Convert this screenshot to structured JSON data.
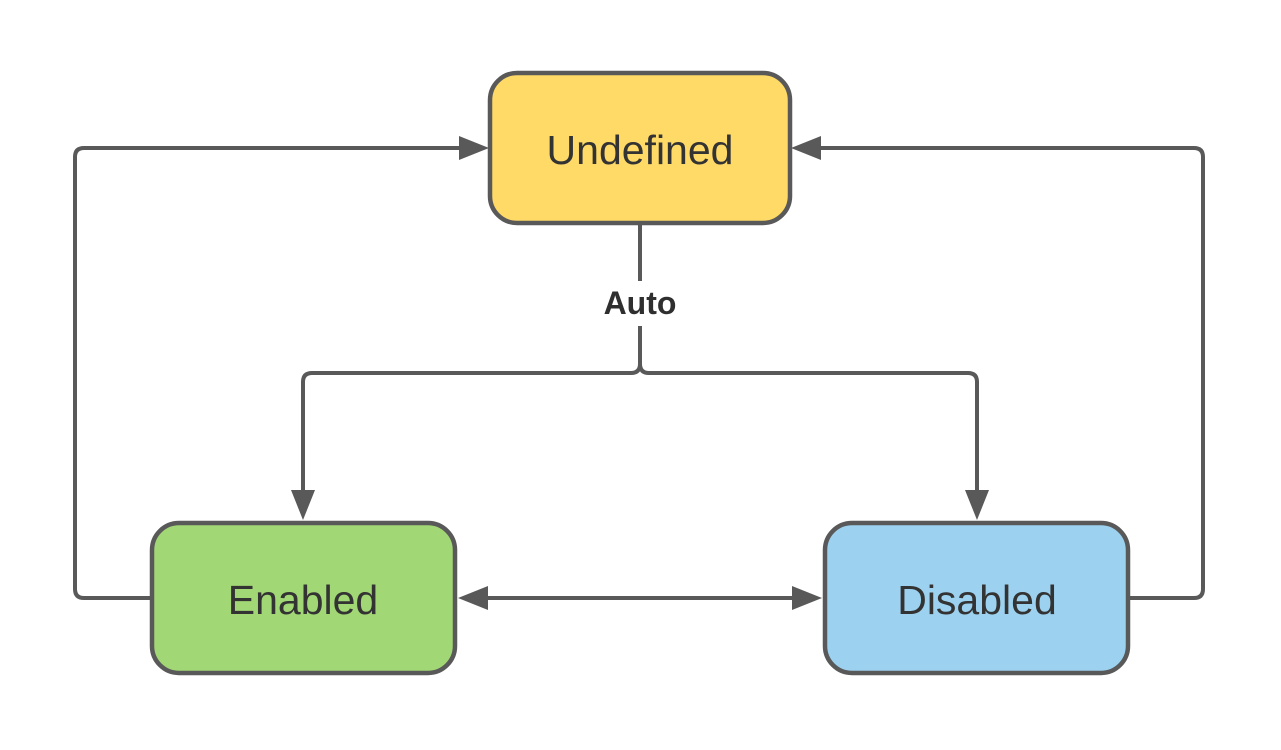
{
  "diagram": {
    "type": "state-diagram",
    "nodes": [
      {
        "id": "undefined",
        "label": "Undefined",
        "fill": "#FFDA66"
      },
      {
        "id": "enabled",
        "label": "Enabled",
        "fill": "#A2D775"
      },
      {
        "id": "disabled",
        "label": "Disabled",
        "fill": "#9CD2F0"
      }
    ],
    "edges": [
      {
        "from": "undefined",
        "to": "enabled",
        "label": "Auto"
      },
      {
        "from": "undefined",
        "to": "disabled",
        "label": "Auto"
      },
      {
        "from": "enabled",
        "to": "undefined",
        "label": ""
      },
      {
        "from": "disabled",
        "to": "undefined",
        "label": ""
      },
      {
        "from": "enabled",
        "to": "disabled",
        "label": "",
        "bidirectional": true
      }
    ],
    "edge_label": "Auto",
    "colors": {
      "edge": "#595959",
      "node_border": "#595959",
      "text": "#333333",
      "edge_label_text": "#2f2f2f",
      "background": "#ffffff"
    }
  }
}
